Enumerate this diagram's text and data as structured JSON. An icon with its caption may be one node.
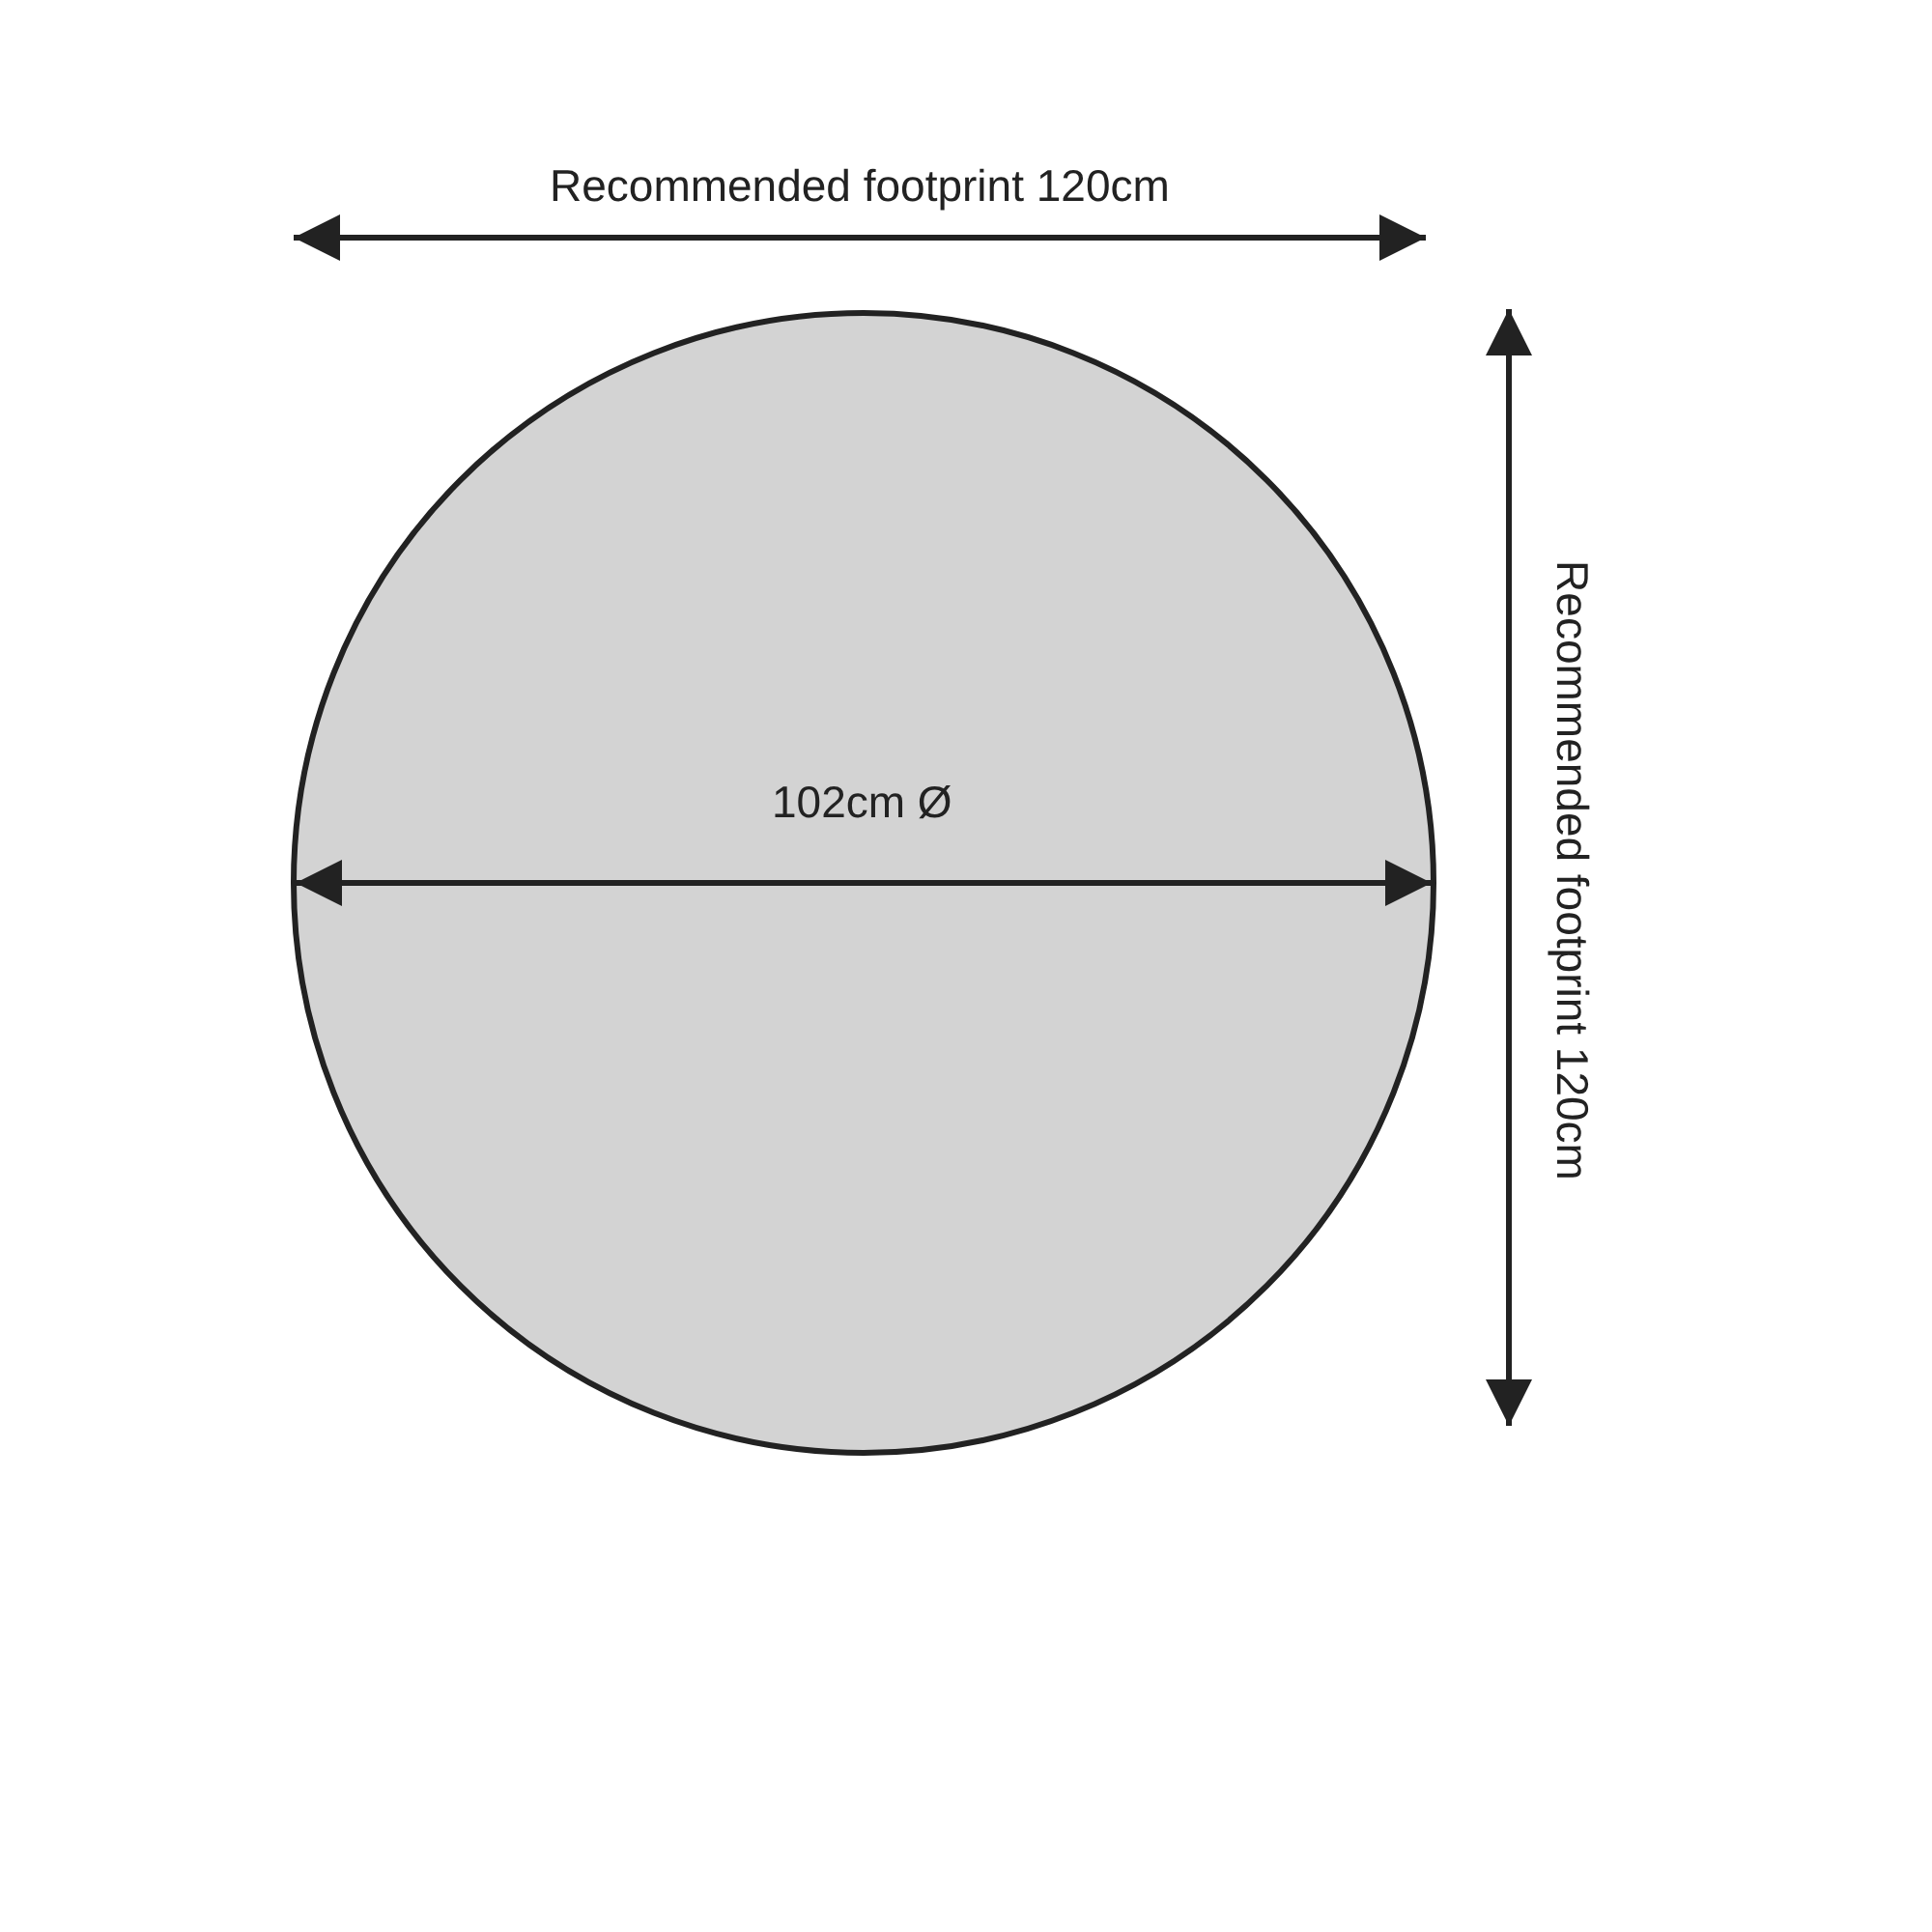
{
  "diagram": {
    "labels": [
      "Recommended footprint 120cm",
      "102cm Ø",
      "Recommended footprint 120cm"
    ]
  }
}
